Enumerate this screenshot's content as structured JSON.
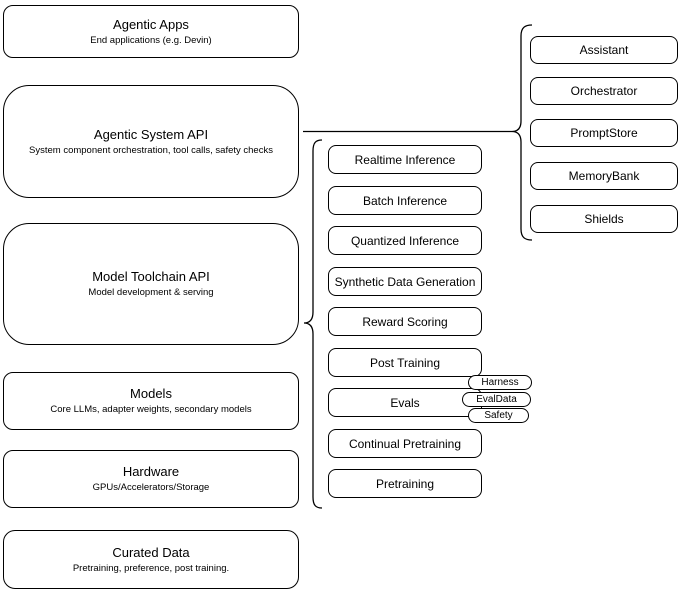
{
  "diagram": {
    "background": "#ffffff",
    "stroke_color": "#000000",
    "stack": [
      {
        "title": "Agentic Apps",
        "subtitle": "End applications (e.g. Devin)"
      },
      {
        "title": "Agentic System API",
        "subtitle": "System component orchestration, tool calls, safety checks"
      },
      {
        "title": "Model Toolchain API",
        "subtitle": "Model development & serving"
      },
      {
        "title": "Models",
        "subtitle": "Core LLMs, adapter weights, secondary models"
      },
      {
        "title": "Hardware",
        "subtitle": "GPUs/Accelerators/Storage"
      },
      {
        "title": "Curated Data",
        "subtitle": "Pretraining, preference, post training."
      }
    ],
    "toolchain_components": [
      "Realtime Inference",
      "Batch Inference",
      "Quantized Inference",
      "Synthetic Data Generation",
      "Reward Scoring",
      "Post Training",
      "Evals",
      "Continual Pretraining",
      "Pretraining"
    ],
    "eval_tags": [
      "Harness",
      "EvalData",
      "Safety"
    ],
    "system_components": [
      "Assistant",
      "Orchestrator",
      "PromptStore",
      "MemoryBank",
      "Shields"
    ]
  }
}
